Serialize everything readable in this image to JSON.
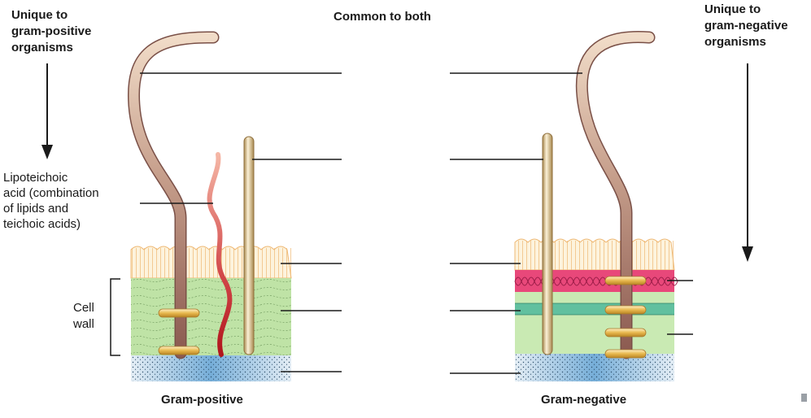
{
  "headings": {
    "left": "Unique to\ngram-positive\norganisms",
    "center": "Common to both",
    "right": "Unique to\ngram-negative\norganisms"
  },
  "labels": {
    "lipoteichoic": "Lipoteichoic\nacid (combination\nof lipids and\nteichoic acids)",
    "cell_wall": "Cell\nwall"
  },
  "captions": {
    "gram_positive": "Gram-positive",
    "gram_negative": "Gram-negative"
  },
  "colors": {
    "capsule_fill": "#fdf3dd",
    "capsule_stroke": "#eeb874",
    "peptidoglycan": "#bfe3a6",
    "membrane_blue": "#8fc0e6",
    "outer_membrane": "#e8487a",
    "periplasm_band": "#4fb99b",
    "flagellum": "#a9776a",
    "pilus": "#f2e1c0",
    "lta": "#c8252b",
    "ring": "#e8b84e"
  }
}
